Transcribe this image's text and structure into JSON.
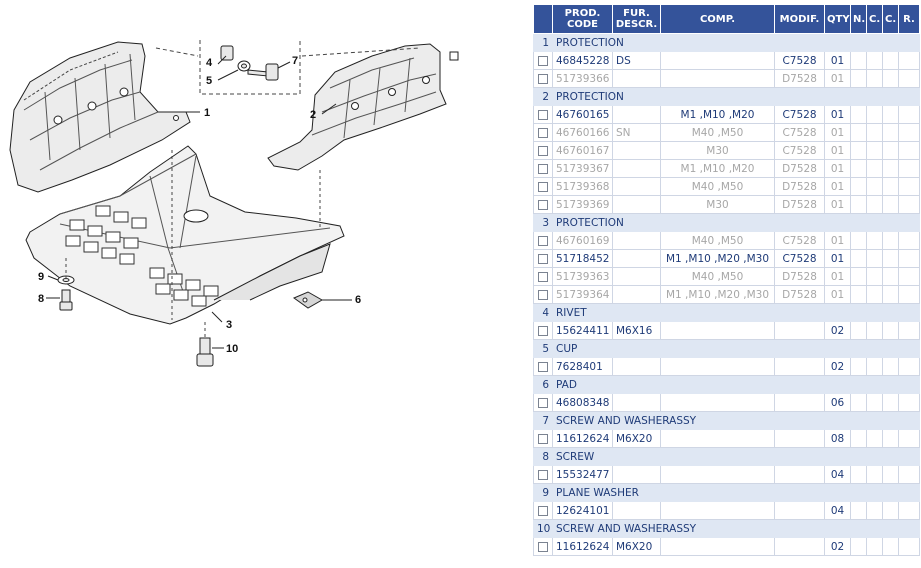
{
  "callouts": [
    "1",
    "2",
    "3",
    "4",
    "5",
    "6",
    "7",
    "8",
    "9",
    "10"
  ],
  "columns": [
    "PROD. CODE",
    "FUR. DESCR.",
    "COMP.",
    "MODIF.",
    "QTY",
    "N.",
    "C.",
    "C.",
    "R."
  ],
  "groups": [
    {
      "num": "1",
      "name": "PROTECTION",
      "rows": [
        {
          "code": "46845228",
          "fur": "DS",
          "comp": "",
          "mod": "C7528",
          "qty": "01",
          "active": true
        },
        {
          "code": "51739366",
          "fur": "",
          "comp": "",
          "mod": "D7528",
          "qty": "01",
          "active": false
        }
      ]
    },
    {
      "num": "2",
      "name": "PROTECTION",
      "rows": [
        {
          "code": "46760165",
          "fur": "",
          "comp": "M1 ,M10 ,M20",
          "mod": "C7528",
          "qty": "01",
          "active": true
        },
        {
          "code": "46760166",
          "fur": "SN",
          "comp": "M40 ,M50",
          "mod": "C7528",
          "qty": "01",
          "active": false
        },
        {
          "code": "46760167",
          "fur": "",
          "comp": "M30",
          "mod": "C7528",
          "qty": "01",
          "active": false
        },
        {
          "code": "51739367",
          "fur": "",
          "comp": "M1 ,M10 ,M20",
          "mod": "D7528",
          "qty": "01",
          "active": false
        },
        {
          "code": "51739368",
          "fur": "",
          "comp": "M40 ,M50",
          "mod": "D7528",
          "qty": "01",
          "active": false
        },
        {
          "code": "51739369",
          "fur": "",
          "comp": "M30",
          "mod": "D7528",
          "qty": "01",
          "active": false
        }
      ]
    },
    {
      "num": "3",
      "name": "PROTECTION",
      "rows": [
        {
          "code": "46760169",
          "fur": "",
          "comp": "M40 ,M50",
          "mod": "C7528",
          "qty": "01",
          "active": false
        },
        {
          "code": "51718452",
          "fur": "",
          "comp": "M1 ,M10 ,M20 ,M30",
          "mod": "C7528",
          "qty": "01",
          "active": true
        },
        {
          "code": "51739363",
          "fur": "",
          "comp": "M40 ,M50",
          "mod": "D7528",
          "qty": "01",
          "active": false
        },
        {
          "code": "51739364",
          "fur": "",
          "comp": "M1 ,M10 ,M20 ,M30",
          "mod": "D7528",
          "qty": "01",
          "active": false
        }
      ]
    },
    {
      "num": "4",
      "name": "RIVET",
      "rows": [
        {
          "code": "15624411",
          "fur": "M6X16",
          "comp": "",
          "mod": "",
          "qty": "02",
          "active": true
        }
      ]
    },
    {
      "num": "5",
      "name": "CUP",
      "rows": [
        {
          "code": "7628401",
          "fur": "",
          "comp": "",
          "mod": "",
          "qty": "02",
          "active": true
        }
      ]
    },
    {
      "num": "6",
      "name": "PAD",
      "rows": [
        {
          "code": "46808348",
          "fur": "",
          "comp": "",
          "mod": "",
          "qty": "06",
          "active": true
        }
      ]
    },
    {
      "num": "7",
      "name": "SCREW AND WASHERASSY",
      "rows": [
        {
          "code": "11612624",
          "fur": "M6X20",
          "comp": "",
          "mod": "",
          "qty": "08",
          "active": true
        }
      ]
    },
    {
      "num": "8",
      "name": "SCREW",
      "rows": [
        {
          "code": "15532477",
          "fur": "",
          "comp": "",
          "mod": "",
          "qty": "04",
          "active": true
        }
      ]
    },
    {
      "num": "9",
      "name": "PLANE WASHER",
      "rows": [
        {
          "code": "12624101",
          "fur": "",
          "comp": "",
          "mod": "",
          "qty": "04",
          "active": true
        }
      ]
    },
    {
      "num": "10",
      "name": "SCREW AND WASHERASSY",
      "rows": [
        {
          "code": "11612624",
          "fur": "M6X20",
          "comp": "",
          "mod": "",
          "qty": "02",
          "active": true
        }
      ]
    }
  ]
}
